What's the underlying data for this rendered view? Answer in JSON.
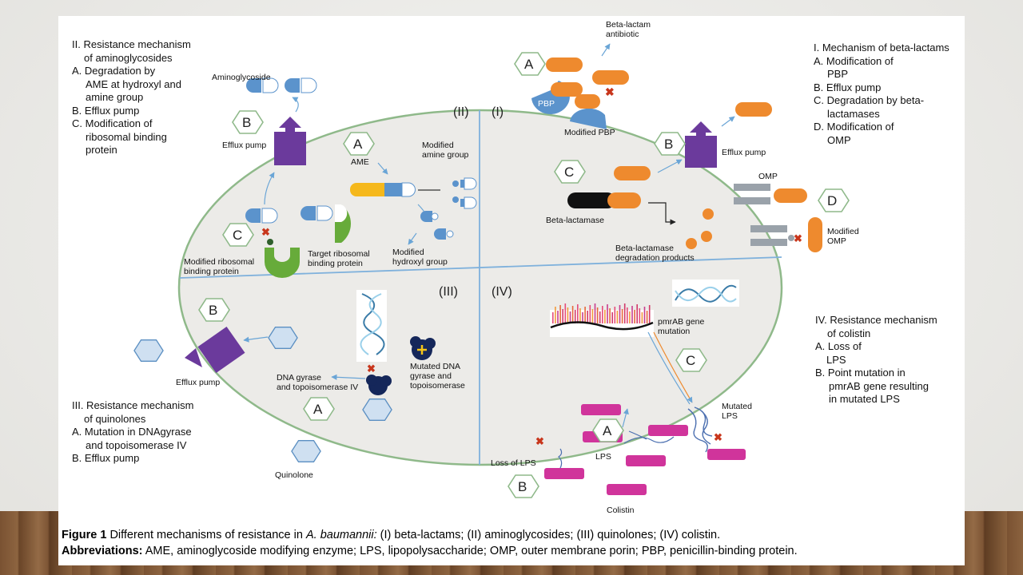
{
  "figure": {
    "quadrant_labels": [
      "(I)",
      "(II)",
      "(III)",
      "(IV)"
    ],
    "hex_letters": {
      "a": "A",
      "b": "B",
      "c": "C",
      "d": "D"
    },
    "legend_I": {
      "title": "I. Mechanism of beta-lactams",
      "items": [
        "A. Modification of",
        "PBP",
        "B. Efflux pump",
        "C. Degradation by beta-",
        "lactamases",
        "D. Modification of",
        "OMP"
      ]
    },
    "legend_II": {
      "title_1": "II. Resistance mechanism",
      "title_2": "of aminoglycosides",
      "items": [
        "A. Degradation by",
        "AME at hydroxyl and",
        "amine group",
        "B. Efflux pump",
        "C. Modification of",
        "ribosomal binding",
        "protein"
      ]
    },
    "legend_III": {
      "title_1": "III. Resistance mechanism",
      "title_2": "of quinolones",
      "items": [
        "A. Mutation in DNAgyrase",
        "and topoisomerase IV",
        "B. Efflux pump"
      ]
    },
    "legend_IV": {
      "title_1": "IV. Resistance mechanism",
      "title_2": "of colistin",
      "items": [
        "A. Loss of",
        "LPS",
        "B. Point mutation in",
        "pmrAB gene resulting",
        "in mutated LPS"
      ]
    },
    "labels": {
      "beta_lactam_1": "Beta-lactam",
      "beta_lactam_2": "antibiotic",
      "pbp": "PBP",
      "modified_pbp": "Modified PBP",
      "efflux_pump": "Efflux pump",
      "omp": "OMP",
      "beta_lactamase": "Beta-lactamase",
      "modified_omp_1": "Modified",
      "modified_omp_2": "OMP",
      "bl_products_1": "Beta-lactamase",
      "bl_products_2": "degradation products",
      "aminoglycoside": "Aminoglycoside",
      "ame": "AME",
      "modified_amine_1": "Modified",
      "modified_amine_2": "amine group",
      "modified_hydroxyl_1": "Modified",
      "modified_hydroxyl_2": "hydroxyl group",
      "target_ribosomal_1": "Target ribosomal",
      "target_ribosomal_2": "binding protein",
      "modified_ribosomal_1": "Modified ribosomal",
      "modified_ribosomal_2": "binding protein",
      "mutated_dna_1": "Mutated DNA",
      "mutated_dna_2": "gyrase and",
      "mutated_dna_3": "topoisomerase",
      "dna_gyrase_1": "DNA gyrase",
      "dna_gyrase_2": "and topoisomerase IV",
      "quinolone": "Quinolone",
      "pmrab_1": "pmrAB gene",
      "pmrab_2": "mutation",
      "mutated_lps_1": "Mutated",
      "mutated_lps_2": "LPS",
      "lps": "LPS",
      "loss_of_lps": "Loss of LPS",
      "colistin": "Colistin"
    },
    "caption": {
      "line1_bold": "Figure 1",
      "line1_text": "Different mechanisms of resistance in ",
      "line1_italic": "A. baumannii:",
      "line1_rest": " (I) beta-lactams; (II) aminoglycosides; (III) quinolones; (IV) colistin.",
      "line2_bold": "Abbreviations:",
      "line2_text": " AME, aminoglycoside modifying enzyme; LPS, lipopolysaccharide; OMP, outer membrane porin; PBP, penicillin-binding protein."
    },
    "colors": {
      "orange": "#ee8a2e",
      "blue": "#5b93cc",
      "purple": "#6b3a9c",
      "green": "#67ab3a",
      "magenta": "#d0349b",
      "hexagon": "#cfe0f1",
      "cell": "#ecebe8",
      "arrow": "#6aa5d6",
      "cross": "#c8361c"
    }
  }
}
